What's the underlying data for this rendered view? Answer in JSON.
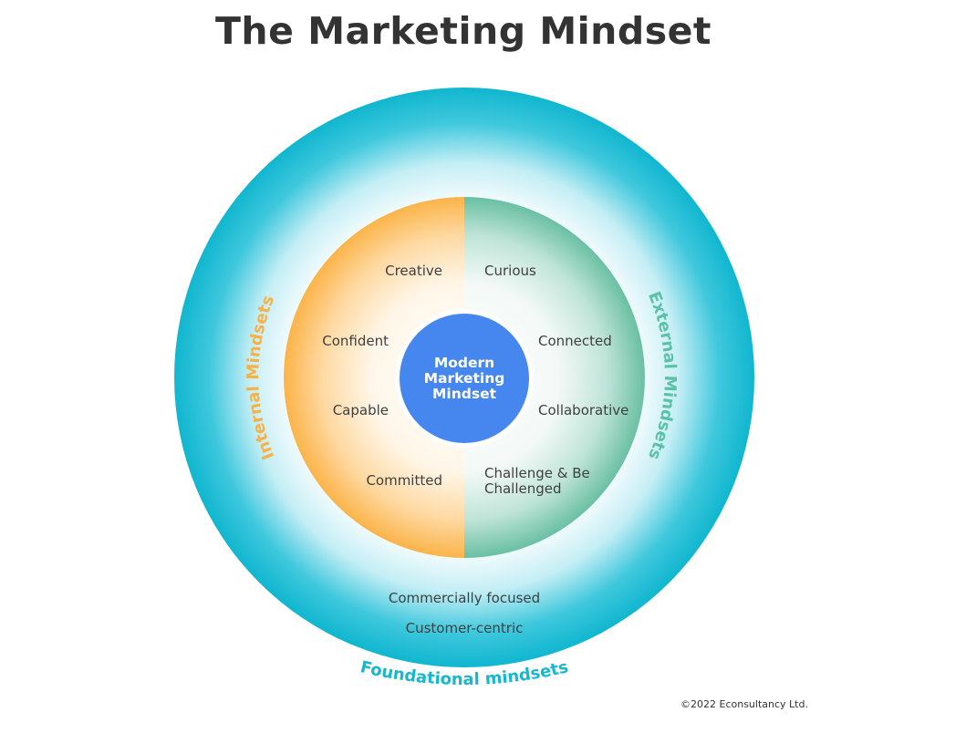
{
  "title": "The Marketing Mindset",
  "center": {
    "lines": [
      "Modern",
      "Marketing",
      "Mindset"
    ]
  },
  "internal": {
    "label": "Internal Mindsets",
    "items": [
      "Creative",
      "Confident",
      "Capable",
      "Committed"
    ]
  },
  "external": {
    "label": "External Mindsets",
    "items": [
      "Curious",
      "Connected",
      "Collaborative"
    ],
    "last_item_lines": [
      "Challenge & Be",
      "Challenged"
    ]
  },
  "foundational": {
    "label": "Foundational mindsets",
    "items": [
      "Commercially focused",
      "Customer-centric"
    ]
  },
  "copyright": "©2022 Econsultancy Ltd.",
  "colors": {
    "outer_ring": "#13bcd4",
    "internal": "#fbb34c",
    "external": "#6cc3a7",
    "center": "#4587ee",
    "external_label": "#5cc2a7",
    "internal_label": "#f7b146",
    "foundational_label": "#16b7cf"
  }
}
